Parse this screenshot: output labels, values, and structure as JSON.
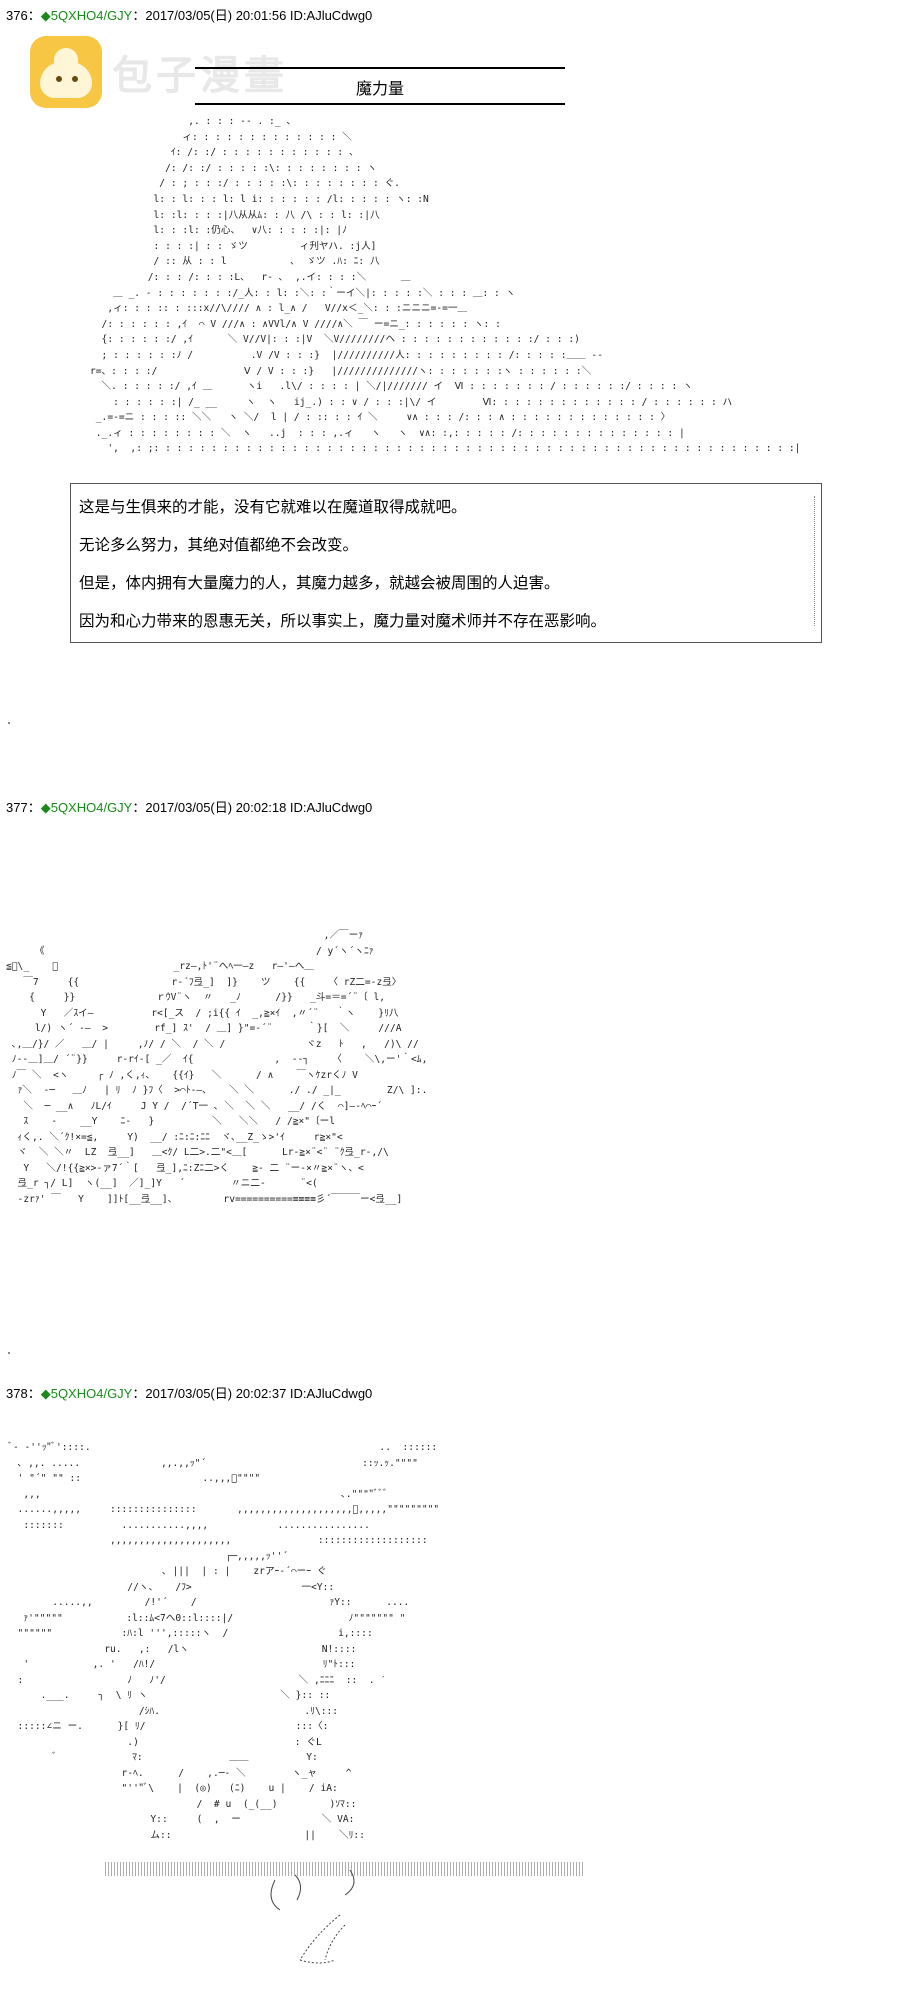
{
  "watermark": {
    "text": "包子漫畫"
  },
  "posts": [
    {
      "number": "376",
      "separator": "：",
      "trip": "◆5QXHO4/GJY",
      "meta": "：2017/03/05(日) 20:01:56 ID:AJluCdwg0",
      "title": "魔力量",
      "lines": [
        "这是与生俱来的才能，没有它就难以在魔道取得成就吧。",
        "无论多么努力，其绝对值都绝不会改变。",
        "但是，体内拥有大量魔力的人，其魔力越多，就越会被周围的人迫害。",
        "因为和心力带来的恩惠无关，所以事实上，魔力量对魔术师并不存在恶影响。"
      ]
    },
    {
      "number": "377",
      "separator": "：",
      "trip": "◆5QXHO4/GJY",
      "meta": "：2017/03/05(日) 20:02:18 ID:AJluCdwg0"
    },
    {
      "number": "378",
      "separator": "：",
      "trip": "◆5QXHO4/GJY",
      "meta": "：2017/03/05(日) 20:02:37 ID:AJluCdwg0"
    }
  ],
  "art": {
    "a1": "                 ,. : : : -- . :_ 、\n                ィ: : : : : : : : : : : : : ＼\n              ｲ: /: :/ : : : : : : : : : : : 、\n             /: /: :/ : : : : :\\: : : : : : : : ヽ\n            / : ; : : :/ : : : : :\\: : : : : : : : ぐ.\n           l: : l: : : l: l i: : : : : : /l: : : : : ヽ: :N\n           l: :l: : : :|八从从ﾑ: : 八 /\\ : : l: :|八\n           l: : :l: :仍心、  ∨八: : : : :|: |ﾉ\n           : : : :| : : ゞツ         ィ刋ヤハ. :j人]\n           / :: 从 : : l           ､  ゞツ .ﾊ: ﾆ: 八\n          /: : : /: : : :L、  r‐ ､  ,.イ: : : :＼      ＿\n    ＿ _. - : : : : : : :/_人: : l: :＼: :｀ーイ＼|: : : : :＼ : : : ＿: : ヽ\n   ,ィ: : : :: : :::x//\\//// ∧ : l_∧ /   V//x＜_＼: : :ニニニ=-=一＿\n  /: : : : : : ,ｲ  ⌒ V ///∧ : ∧VVl/∧ V ////∧＼ ￣ ー=ニ_: : : : : : ヽ: :\n  {: : : : : :/ ,ｲ      ＼ V//V|: : :|V  ＼V////////ヘ : : : : : : : : : : : :/ : : :)\n  ; : : : : : :ﾉ /          .V /V : : :}  |//////////人: : : : : : : : : /: : : : :＿＿ -‐\nr=、: : : :/               Ⅴ / V : : :}   |//////////////ヽ: : : : : : :ヽ : : : : : :＼\n  ＼. : : : : :/ ,ｲ ＿      ヽi   .l\\/ : : : : | ＼/|/////// イ  Ⅵ : : : : : : : / : : : : : :/ : : : : ヽ\n    : : : : : :| /_ __     ヽ  ヽ   ij_.) : : ∨ / : : :|\\/ イ        Ⅵ: : : : : : : : : : : : : / : : : : : : ハ\n _.=‐=ニ : : : :: ＼＼   ヽ ＼/  l | / : :: : : ｲ ＼     ∨∧ : : : /: : : ∧ : : : : : : : : : : : : : 〉\n ._.ィ : : : : : : : : ＼  ヽ   ..j  : : : ,.ィ   ヽ   ヽ  ∨∧: :,: : : : : /: : : : : : : : : : : : : : |\n   ',  ,: ;: : : : : : : : : : : : : : : : : : : : : : : : : : : : : : : : : : : : : : : : : : : : : : : : : : : : : : : :|",
    "a2": "                                                       ,／￣ーｧ\n     《                                               / y´ヽ´ヽﾆｧ\n≦ﾞ\\_    《                    _rz―,ﾄ'¨へﾍ一―z   r―'―へ＿\n   ￣7     {{                r‐´ﾌ弖_]  ]}    ツ    {{    〈 rZ二=-z弖〉\n    {     }}              ｒｳV¨ヽ  〃   _ﾉ      /}}   _斗=＝=´¨〔 l,\n      Y   ／ｽイ―          r<[_ス  / ;i{{ ｲ  _,≧×ｲ  ,〃´¨   ｀ヽ    }ﾘ八\n     l/) ヽ´ ‐―  >        rf_] ｽ'  / ＿] }\"=‐´¨      ｀}[  ＼     ///A\n ､,＿/}/ ／   ＿/ |     ,ﾉ/ / ＼  / ＼ /              ヾz   ﾄ   ,   /)\\ //\n ﾉ‐‐＿]＿/ ´¨}}     r‐rｲ-[ _／  ｲ{              ,  -‐┐    〈    ＼\\,ー'｀<ﾑ,\n ﾉ￣ ＼  <ヽ     ┌ ﾉ ,く,ｨ、   {{ｲ}   ＼      / ∧    ￣ヽｹzrくﾉ V\n  ｧ＼  ‐─   ＿ﾉ   | ﾘ  ﾉ }ﾌ〈  >⌒ﾄ‐―、   ＼ ＼      ./ ./ _|_        Z/\\ ]:.\n   ＼  ─ __∧   ﾉL/ｲ     J Y /  /´T一 ､ ＼  ＼ ＼   __/ /く  ⌒]―‐ﾍ⌒ｰ´\n   ｽ    ‐    __Y    ﾆ‐   }          ＼   ＼＼   / /≧×\"〔ーl\n  ｨく,. ＼´ｸ!×=≦,     Y)  __/ :ﾆ:ﾆ:ﾆﾆ  ヾ､__Z_ゝ>'ｲ     r≧×\"<\n  ヾ  ＼ ＼〃  LZ  弖__]   ＿<ｸ/ L二>.二\"<＿[      Lr‐≧×¨<¨ ¨ｸ弖_r‐,/\\\n   Y   ＼/!{{≧×>‐ァ7´｀[   弖_],ﾆ:Zﾆ二>く    ≧‐ 二 ¨ー‐×〃≧×¨ヽ、<\n  弖_r ┐/ L]  ヽ(__]  ／]_]Y   ´        〃ニ二‐      ¨<(\n  -zrｧ' ￣   Y    ]]ﾄ[__弖__]、        rv==========≡≡≡≡彡´￣￣￣ー<弖__]",
    "a3": " ﾞ‐ ‐''ｯ\"ﾞ'::::.                                                  ..  ::::::\n  ､ ,,. .....              ,,.,,ｯ\"´                           ::ｯ.ｯ.\"\"\"\"\n  ' \"´\" \"\" ::                     ..,,,ﾞ\"\"\"\"\n   ,,,                                                    ､.\"\"\"\"ﾞﾞﾞ\n  ......,,,,,     :::::::::::::::       ,,,,,,,,,,,,,,,,,,,,ﾞ,,,,,\"\"\"\"\"\"\"\"\"\n   :::::::          ...........,,,,            ................\n                  ,,,,,,,,,,,,,,,,,,,,,               :::::::::::::::::::\n                                      ┌─,,,,,ｯ''´\n                           ､ |||  | : |    zrアｰ‐´⌒ーｰ ぐ\n                     //ヽ、   /ﾌ>                   一<Y::\n        .....,,         /!'´    /                       ｧY::      ....\n   ｧ'\"\"\"\"\"           :l::ﾑ<7へ0::l::::|/                    ﾉ\"\"\"\"\"\"\" \"\n  \"\"\"\"\"\"            :ﾊ:l ''',:::::ヽ  /                   i,::::\n                 ru.   ,:   /lヽ                       N!::::\n   '           ,. '   /ﾊ!/                             ﾘ\"ﾄ:::\n  :                  ﾉ   ﾉ'/                       ＼ ,ﾆﾆﾆ  ::  . ˊ\n      .___.     ┐  \\ ﾘ ヽ                       ＼ }:: ::\n                       /ｼﾊ.                         .ﾘ\\:::\n  :::::∠ニ ー.      }[ ﾘ/                          :::〈:\n                     .)                           : ぐL\n        ﾞ             ﾏ:               ＿＿          Y:\n                    r‐ﾍ.      /    ,.─‐ ＼        ヽ_ャ     ^\n                    \"''\"ﾞ\\    |  (◎)   (ﾆ)    u |    / iA:\n                                 /  # u  (_(__)         )ｿﾏ::\n                         Y::     (  ,  ー              ＼ VA:\n                         ム::                       ||    ＼ﾘ::"
  }
}
